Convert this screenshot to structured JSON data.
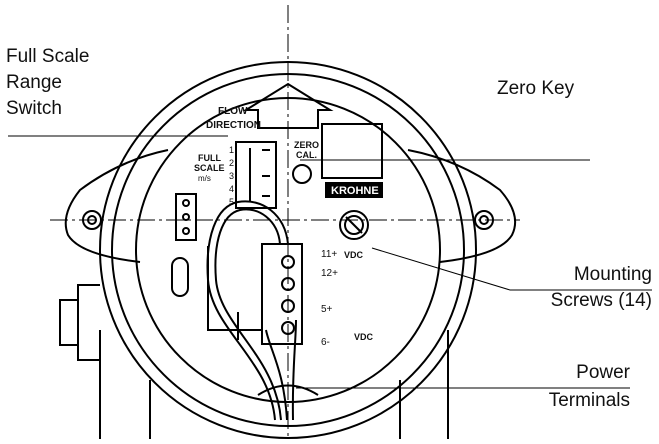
{
  "callouts": {
    "full_scale_range_switch": [
      "Full Scale",
      "Range",
      "Switch"
    ],
    "zero_key": "Zero Key",
    "mounting_screws": [
      "Mounting",
      "Screws (14)"
    ],
    "power_terminals": [
      "Power",
      "Terminals"
    ]
  },
  "device_labels": {
    "flow_direction": [
      "FLOW",
      "DIRECTION"
    ],
    "full_scale": [
      "FULL",
      "SCALE",
      "m/s"
    ],
    "switch_positions": [
      "1",
      "2",
      "3",
      "4",
      "5"
    ],
    "zero_cal": [
      "ZERO",
      "CAL."
    ],
    "brand": "KROHNE",
    "terminals": [
      "11+",
      "12+",
      "5+",
      "6-"
    ],
    "vdc_top": "VDC",
    "vdc_bottom": "VDC"
  }
}
